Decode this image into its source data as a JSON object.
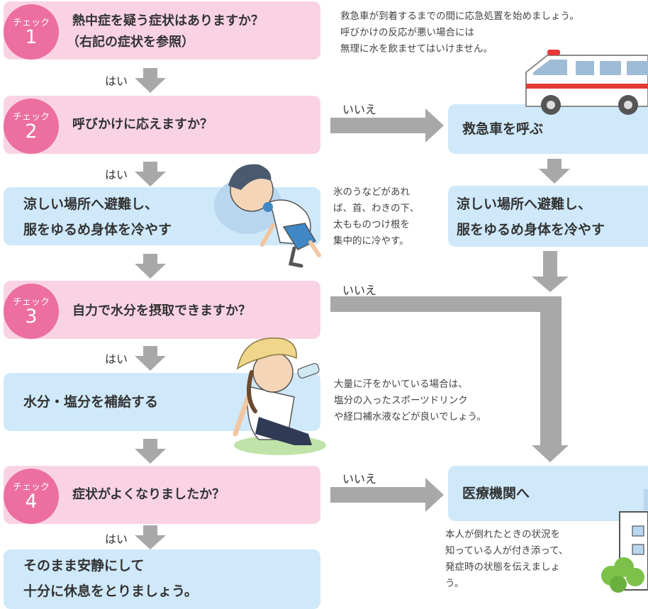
{
  "steps": {
    "check1": {
      "badge": "チェック",
      "num": "1",
      "line1": "熱中症を疑う症状はありますか？",
      "line2": "（右記の症状を参照）"
    },
    "check2": {
      "badge": "チェック",
      "num": "2",
      "line1": "呼びかけに応えますか？"
    },
    "cool": {
      "line1": "涼しい場所へ避難し、",
      "line2": "服をゆるめ身体を冷やす"
    },
    "check3": {
      "badge": "チェック",
      "num": "3",
      "line1": "自力で水分を摂取できますか？"
    },
    "hydrate": {
      "line1": "水分・塩分を補給する"
    },
    "check4": {
      "badge": "チェック",
      "num": "4",
      "line1": "症状がよくなりましたか？"
    },
    "rest": {
      "line1": "そのまま安静にして",
      "line2": "十分に休息をとりましょう。"
    },
    "ambulance": {
      "line1": "救急車を呼ぶ"
    },
    "cool_right": {
      "line1": "涼しい場所へ避難し、",
      "line2": "服をゆるめ身体を冷やす"
    },
    "medical": {
      "line1": "医療機関へ"
    }
  },
  "labels": {
    "yes": "はい",
    "no": "いいえ"
  },
  "notes": {
    "ambulance": [
      "救急車が到着するまでの間に応急処置を始めましょう。",
      "呼びかけの反応が悪い場合には",
      "無理に水を飲ませてはいけません。"
    ],
    "ice": [
      "氷のうなどがあれ",
      "ば、首、わきの下、",
      "太もものつけ根を",
      "集中的に冷やす。"
    ],
    "sweat": [
      "大量に汗をかいている場合は、",
      "塩分の入ったスポーツドリンク",
      "や経口補水液などが良いでしょう。"
    ],
    "medical": [
      "本人が倒れたときの状況を",
      "知っている人が付き添って、",
      "発症時の状態を伝えましょ",
      "う。"
    ]
  },
  "colors": {
    "pink_box": "#f9d3e4",
    "blue_box": "#cfe9fa",
    "badge": "#ec6fa0",
    "arrow": "#a8a8a8"
  },
  "illustrations": [
    "ambulance",
    "lying-boy",
    "drinking-girl",
    "hospital-building"
  ]
}
